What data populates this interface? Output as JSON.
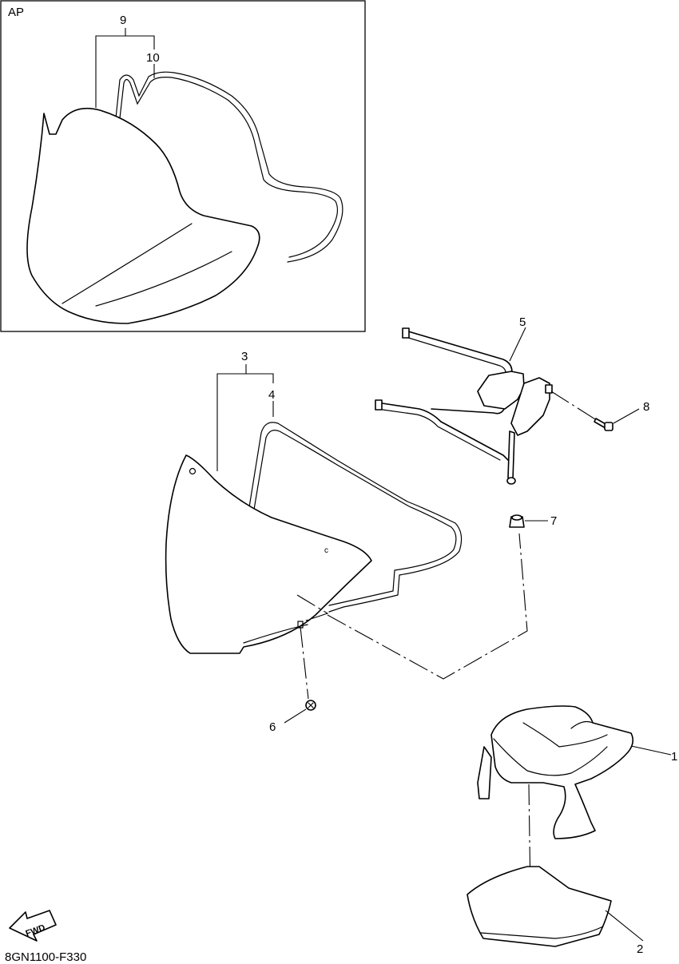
{
  "inset": {
    "tag": "AP"
  },
  "callouts": {
    "p1": "1",
    "p2": "2",
    "p3": "3",
    "p4": "4",
    "p5": "5",
    "p6": "6",
    "p7": "7",
    "p8": "8",
    "p9": "9",
    "p10": "10"
  },
  "part_small_mark": "c",
  "fwd_label": "FWD",
  "diagram_code": "8GN1100-F330"
}
